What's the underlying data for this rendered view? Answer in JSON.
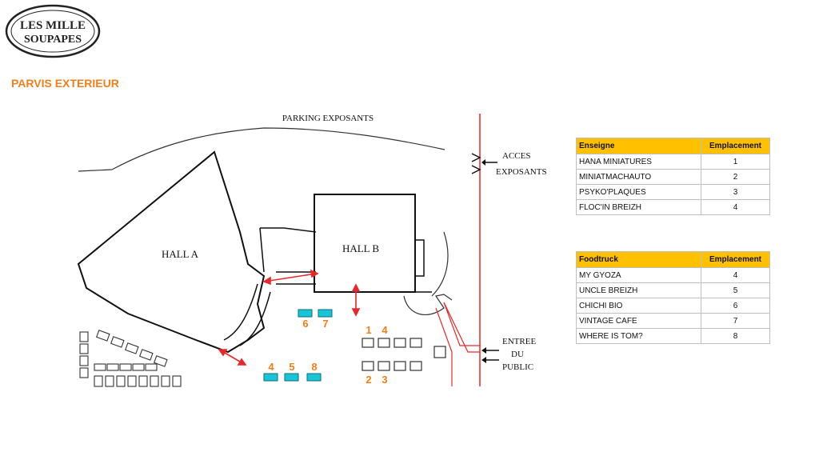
{
  "logo": {
    "line1": "LES MILLE",
    "line2": "SOUPAPES"
  },
  "page_title": "PARVIS EXTERIEUR",
  "map": {
    "parking": "PARKING EXPOSANTS",
    "hall_a": "HALL A",
    "hall_b": "HALL B",
    "acces_line1": "ACCES",
    "acces_line2": "EXPOSANTS",
    "entree_line1": "ENTREE",
    "entree_line2": "DU",
    "entree_line3": "PUBLIC",
    "stand_numbers": {
      "n1": "1",
      "n2": "2",
      "n3": "3",
      "n4": "4",
      "f4": "4",
      "f5": "5",
      "f6": "6",
      "f7": "7",
      "f8": "8"
    }
  },
  "colors": {
    "accent_orange": "#f07f1a",
    "header_yellow": "#ffc000",
    "foodtruck_cyan": "#17c5d6",
    "road_red": "#e8282b"
  },
  "enseigne_table": {
    "header": [
      "Enseigne",
      "Emplacement"
    ],
    "rows": [
      [
        "HANA MINIATURES",
        "1"
      ],
      [
        "MINIATMACHAUTO",
        "2"
      ],
      [
        "PSYKO'PLAQUES",
        "3"
      ],
      [
        "FLOC'IN BREIZH",
        "4"
      ]
    ]
  },
  "foodtruck_table": {
    "header": [
      "Foodtruck",
      "Emplacement"
    ],
    "rows": [
      [
        "MY GYOZA",
        "4"
      ],
      [
        "UNCLE BREIZH",
        "5"
      ],
      [
        "CHICHI BIO",
        "6"
      ],
      [
        "VINTAGE CAFE",
        "7"
      ],
      [
        "WHERE IS TOM?",
        "8"
      ]
    ]
  }
}
